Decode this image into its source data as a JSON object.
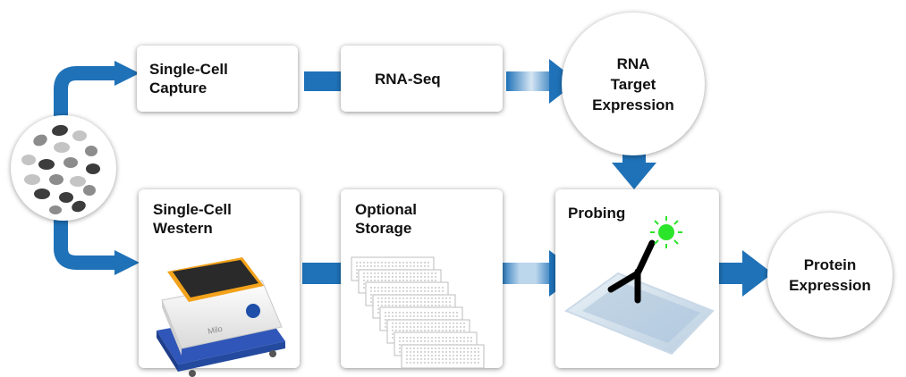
{
  "colors": {
    "arrow": "#1f72b8",
    "arrow_light": "#cfe2f1",
    "cell_dark": "#3c3c3c",
    "cell_mid": "#8c8c8c",
    "cell_light": "#c4c4c4",
    "fluor_green": "#2be52b"
  },
  "nodes": {
    "single_cell_capture": "Single-Cell\nCapture",
    "rna_seq": "RNA-Seq",
    "rna_target": "RNA\nTarget\nExpression",
    "single_cell_western": "Single-Cell\nWestern",
    "optional_storage": "Optional\nStorage",
    "probing": "Probing",
    "protein_expression": "Protein\nExpression"
  },
  "instrument": {
    "brand_label": "Milo"
  },
  "icons": {
    "cell_sample": "cell-dish-icon",
    "instrument": "western-instrument-icon",
    "slides": "slide-stack-icon",
    "antibody": "antibody-icon",
    "fluorophore": "fluorophore-icon"
  }
}
